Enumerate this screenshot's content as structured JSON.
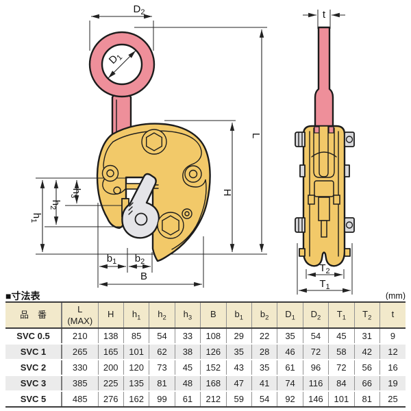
{
  "diagram": {
    "dims": {
      "D2": {
        "base": "D",
        "sub": "2"
      },
      "D1": {
        "base": "D",
        "sub": "1"
      },
      "L": {
        "base": "L",
        "sub": ""
      },
      "H": {
        "base": "H",
        "sub": ""
      },
      "h1": {
        "base": "h",
        "sub": "1"
      },
      "h2": {
        "base": "h",
        "sub": "2"
      },
      "h3": {
        "base": "h",
        "sub": "3"
      },
      "b1": {
        "base": "b",
        "sub": "1"
      },
      "b2": {
        "base": "b",
        "sub": "2"
      },
      "B": {
        "base": "B",
        "sub": ""
      },
      "t": {
        "base": "t",
        "sub": ""
      },
      "T2": {
        "base": "T",
        "sub": "2"
      },
      "T1": {
        "base": "T",
        "sub": "1"
      }
    },
    "colors": {
      "body_yellow": "#f2c969",
      "shackle_pink": "#ee8f9a",
      "mechanism_gray": "#e4e4e8",
      "bolt_gray": "#d9d9dc",
      "outline": "#1c1c1c",
      "dimension_line": "#222222"
    }
  },
  "table": {
    "title": "■寸法表",
    "unit_label": "(mm)",
    "headers": [
      {
        "base": "品　番",
        "sub": "",
        "line2": ""
      },
      {
        "base": "L",
        "sub": "",
        "line2": "(MAX)"
      },
      {
        "base": "H",
        "sub": "",
        "line2": ""
      },
      {
        "base": "h",
        "sub": "1",
        "line2": ""
      },
      {
        "base": "h",
        "sub": "2",
        "line2": ""
      },
      {
        "base": "h",
        "sub": "3",
        "line2": ""
      },
      {
        "base": "B",
        "sub": "",
        "line2": ""
      },
      {
        "base": "b",
        "sub": "1",
        "line2": ""
      },
      {
        "base": "b",
        "sub": "2",
        "line2": ""
      },
      {
        "base": "D",
        "sub": "1",
        "line2": ""
      },
      {
        "base": "D",
        "sub": "2",
        "line2": ""
      },
      {
        "base": "T",
        "sub": "1",
        "line2": ""
      },
      {
        "base": "T",
        "sub": "2",
        "line2": ""
      },
      {
        "base": "t",
        "sub": "",
        "line2": ""
      }
    ],
    "rows": [
      {
        "model": "SVC 0.5",
        "values": [
          210,
          138,
          85,
          54,
          33,
          108,
          29,
          22,
          35,
          54,
          45,
          31,
          9
        ]
      },
      {
        "model": "SVC 1",
        "values": [
          265,
          165,
          101,
          62,
          38,
          126,
          35,
          28,
          46,
          72,
          58,
          42,
          12
        ]
      },
      {
        "model": "SVC 2",
        "values": [
          330,
          200,
          120,
          73,
          45,
          152,
          43,
          35,
          61,
          96,
          72,
          56,
          16
        ]
      },
      {
        "model": "SVC 3",
        "values": [
          385,
          225,
          135,
          81,
          48,
          168,
          47,
          41,
          74,
          116,
          84,
          66,
          19
        ]
      },
      {
        "model": "SVC 5",
        "values": [
          485,
          276,
          162,
          99,
          61,
          212,
          59,
          54,
          92,
          146,
          101,
          81,
          25
        ]
      }
    ]
  }
}
